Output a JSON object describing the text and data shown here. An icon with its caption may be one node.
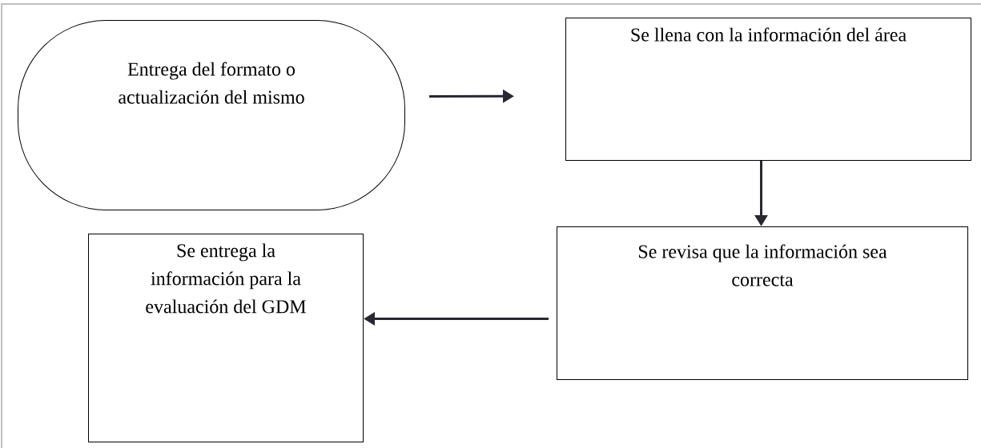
{
  "diagram": {
    "nodes": [
      {
        "text": [
          "Entrega del formato o actualización del mismo"
        ]
      },
      {
        "text": [
          "Se llena con la información del área"
        ]
      },
      {
        "text": [
          "Se revisa que la información sea correcta"
        ]
      },
      {
        "text": [
          "Se entrega la información para la evaluación del GDM"
        ]
      }
    ],
    "edges": [
      {
        "from": 0,
        "to": 1,
        "arrow": "to"
      },
      {
        "from": 1,
        "to": 2,
        "arrow": "to"
      },
      {
        "from": 2,
        "to": 3,
        "arrow": "to"
      }
    ]
  }
}
